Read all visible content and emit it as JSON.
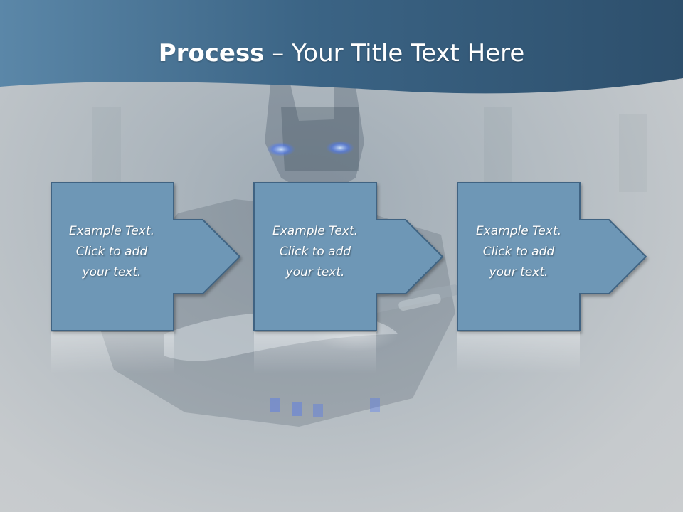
{
  "slide": {
    "title_bold": "Process",
    "title_rest": " – Your Title Text Here"
  },
  "colors": {
    "header_dark": "#2d4f6c",
    "header_light": "#5b87a8",
    "box_fill": "#6e97b6",
    "box_stroke": "#3f6482",
    "background": "#c6cacd"
  },
  "steps": [
    {
      "lines": [
        "Example Text.",
        "Click  to add",
        "your text."
      ]
    },
    {
      "lines": [
        "Example Text.",
        "Click  to add",
        "your text."
      ]
    },
    {
      "lines": [
        "Example Text.",
        "Click  to add",
        "your text."
      ]
    }
  ]
}
